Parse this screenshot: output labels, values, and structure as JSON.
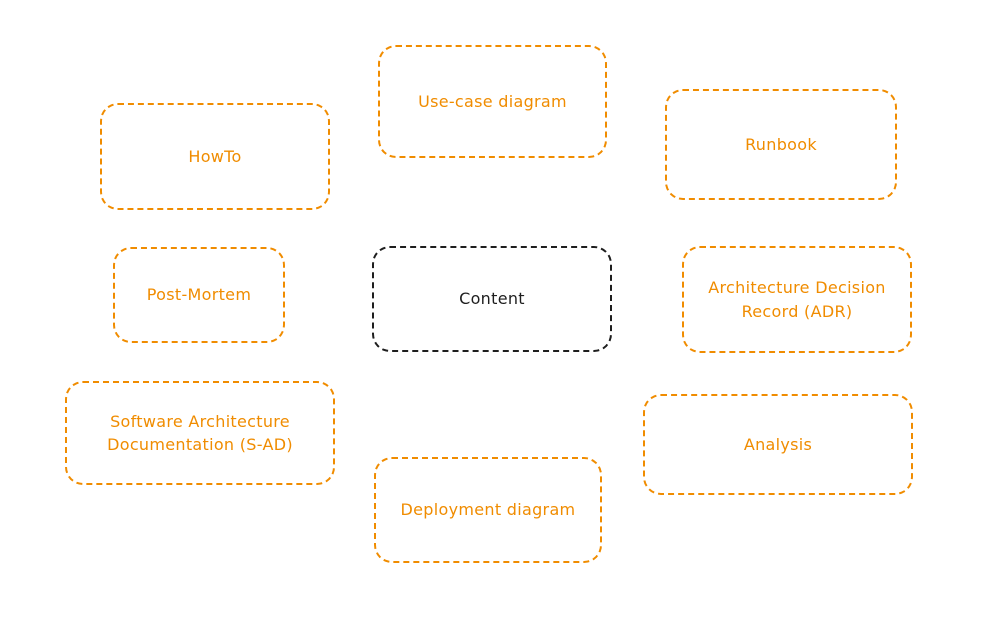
{
  "diagram": {
    "background_color": "#ffffff",
    "palette": {
      "orange": "#f08c00",
      "black": "#1e1e1e"
    },
    "nodes": [
      {
        "id": "howto",
        "label": "HowTo",
        "color": "#f08c00"
      },
      {
        "id": "use-case-diagram",
        "label": "Use-case diagram",
        "color": "#f08c00"
      },
      {
        "id": "runbook",
        "label": "Runbook",
        "color": "#f08c00"
      },
      {
        "id": "post-mortem",
        "label": "Post-Mortem",
        "color": "#f08c00"
      },
      {
        "id": "content",
        "label": "Content",
        "color": "#1e1e1e"
      },
      {
        "id": "adr",
        "label": "Architecture Decision Record (ADR)",
        "color": "#f08c00"
      },
      {
        "id": "s-ad",
        "label": "Software Architecture Documentation (S-AD)",
        "color": "#f08c00"
      },
      {
        "id": "analysis",
        "label": "Analysis",
        "color": "#f08c00"
      },
      {
        "id": "deployment-diagram",
        "label": "Deployment diagram",
        "color": "#f08c00"
      }
    ]
  }
}
